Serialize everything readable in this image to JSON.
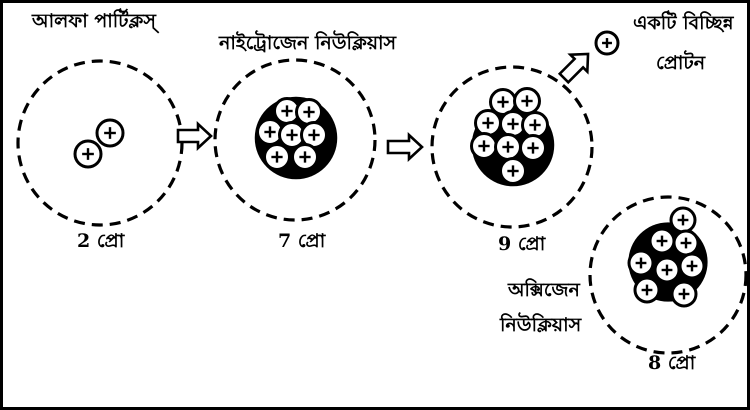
{
  "labels": {
    "alpha_particles": "আলফা পার্টিক্লস্",
    "nitrogen_nucleus": "নাইট্রোজেন নিউক্লিয়াস",
    "single_proton_line1": "একটি বিচ্ছিন্ন",
    "single_proton_line2": "প্রোটন",
    "oxygen_nucleus_line1": "অক্সিজেন",
    "oxygen_nucleus_line2": "নিউক্লিয়াস"
  },
  "nuclei": [
    {
      "id": "alpha",
      "proton_count": 2,
      "caption": "2 প্রো"
    },
    {
      "id": "nitrogen",
      "proton_count": 7,
      "caption": "7 প্রো"
    },
    {
      "id": "compound",
      "proton_count": 9,
      "caption": "9 প্রো"
    },
    {
      "id": "oxygen",
      "proton_count": 8,
      "caption": "8 প্রো"
    }
  ],
  "colors": {
    "ink": "#000000",
    "paper": "#ffffff"
  }
}
